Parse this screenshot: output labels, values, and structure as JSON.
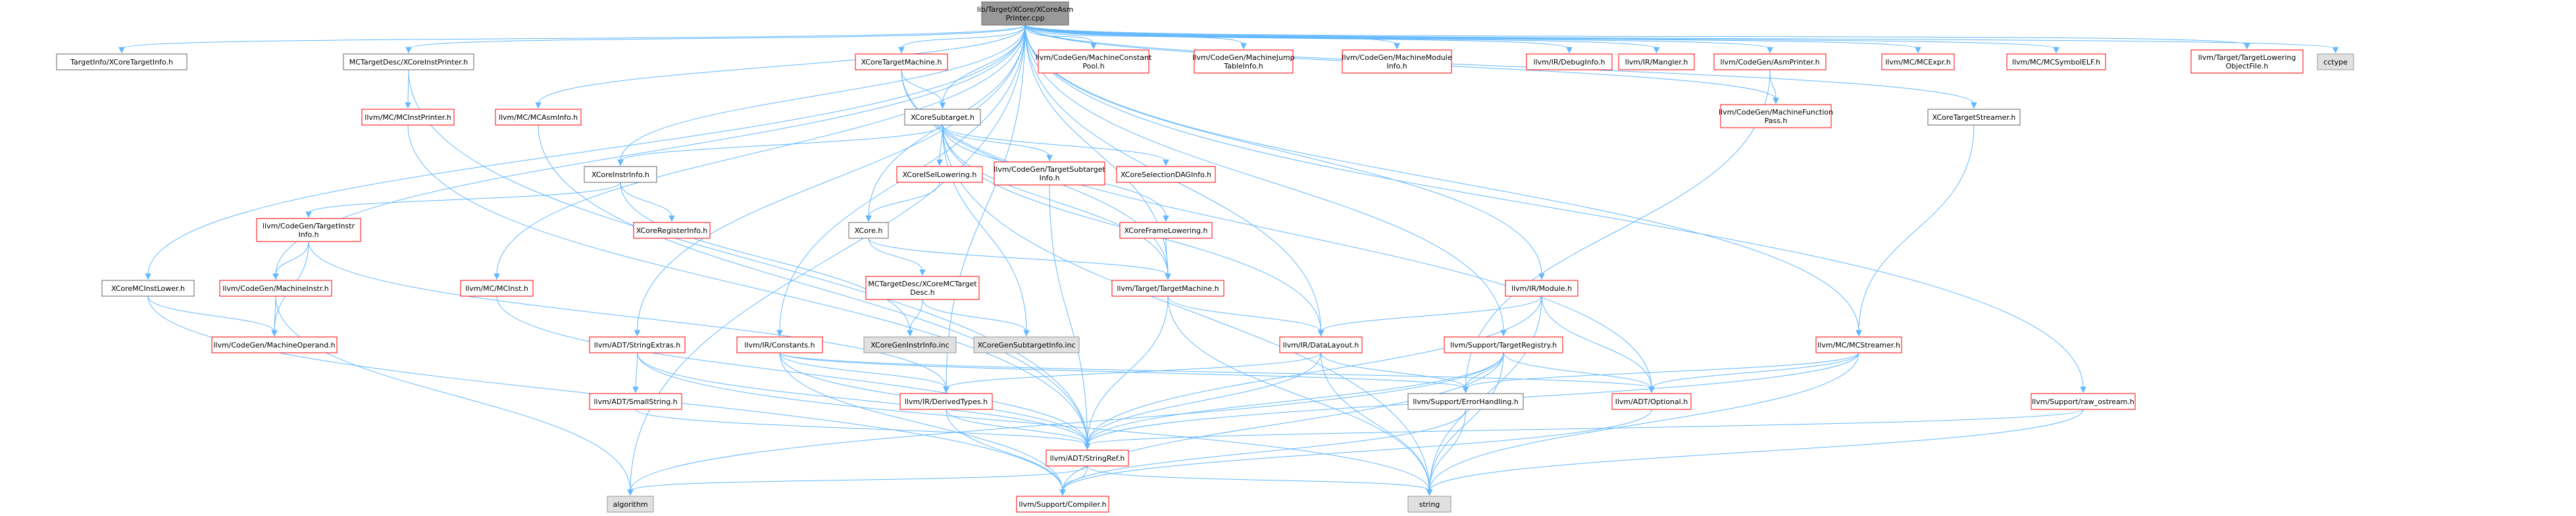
{
  "colors": {
    "edge": "#63b8ff",
    "root_fill": "#999999",
    "root_border": "#666666",
    "red_border": "#ff0000",
    "plain_border": "#666666",
    "grey_fill": "#e0e0e0",
    "grey_border": "#999999",
    "text": "#000000",
    "red_text": "#ff0000"
  },
  "nodes": [
    {
      "id": "root",
      "label": [
        "lib/Target/XCore/XCoreAsm",
        "Printer.cpp"
      ],
      "style": "root"
    },
    {
      "id": "targetinfo",
      "label": [
        "TargetInfo/XCoreTargetInfo.h"
      ],
      "style": "plain"
    },
    {
      "id": "mcinstprinter_x",
      "label": [
        "MCTargetDesc/XCoreInstPrinter.h"
      ],
      "style": "plain"
    },
    {
      "id": "llvm_mcinstprinter",
      "label": [
        "llvm/MC/MCInstPrinter.h"
      ],
      "style": "red"
    },
    {
      "id": "xcoretargetmachine",
      "label": [
        "XCoreTargetMachine.h"
      ],
      "style": "red"
    },
    {
      "id": "constantpool",
      "label": [
        "llvm/CodeGen/MachineConstant",
        "Pool.h"
      ],
      "style": "red"
    },
    {
      "id": "jumptable",
      "label": [
        "llvm/CodeGen/MachineJump",
        "TableInfo.h"
      ],
      "style": "red"
    },
    {
      "id": "machinemodule",
      "label": [
        "llvm/CodeGen/MachineModule",
        "Info.h"
      ],
      "style": "red"
    },
    {
      "id": "debuginfo",
      "label": [
        "llvm/IR/DebugInfo.h"
      ],
      "style": "red"
    },
    {
      "id": "mangler",
      "label": [
        "llvm/IR/Mangler.h"
      ],
      "style": "red"
    },
    {
      "id": "asmprinter",
      "label": [
        "llvm/CodeGen/AsmPrinter.h"
      ],
      "style": "red"
    },
    {
      "id": "mcexpr",
      "label": [
        "llvm/MC/MCExpr.h"
      ],
      "style": "red"
    },
    {
      "id": "mcsymbolelf",
      "label": [
        "llvm/MC/MCSymbolELF.h"
      ],
      "style": "red"
    },
    {
      "id": "tlof",
      "label": [
        "llvm/Target/TargetLowering",
        "ObjectFile.h"
      ],
      "style": "red"
    },
    {
      "id": "cctype",
      "label": [
        "cctype"
      ],
      "style": "grey"
    },
    {
      "id": "mcasminfo",
      "label": [
        "llvm/MC/MCAsmInfo.h"
      ],
      "style": "red"
    },
    {
      "id": "subtarget",
      "label": [
        "XCoreSubtarget.h"
      ],
      "style": "plain"
    },
    {
      "id": "targetstreamer",
      "label": [
        "XCoreTargetStreamer.h"
      ],
      "style": "plain"
    },
    {
      "id": "mfpass",
      "label": [
        "llvm/CodeGen/MachineFunction",
        "Pass.h"
      ],
      "style": "red"
    },
    {
      "id": "instrinfo",
      "label": [
        "XCoreInstrInfo.h"
      ],
      "style": "plain"
    },
    {
      "id": "isellowering",
      "label": [
        "XCoreISelLowering.h"
      ],
      "style": "red"
    },
    {
      "id": "subtargetinfo",
      "label": [
        "llvm/CodeGen/TargetSubtarget",
        "Info.h"
      ],
      "style": "red"
    },
    {
      "id": "seldag",
      "label": [
        "XCoreSelectionDAGInfo.h"
      ],
      "style": "red"
    },
    {
      "id": "targetinstrinfo",
      "label": [
        "llvm/CodeGen/TargetInstr",
        "Info.h"
      ],
      "style": "red"
    },
    {
      "id": "registerinfo",
      "label": [
        "XCoreRegisterInfo.h"
      ],
      "style": "red"
    },
    {
      "id": "xcoreh",
      "label": [
        "XCore.h"
      ],
      "style": "plain"
    },
    {
      "id": "framelowering",
      "label": [
        "XCoreFrameLowering.h"
      ],
      "style": "red"
    },
    {
      "id": "mcinst",
      "label": [
        "llvm/MC/MCInst.h"
      ],
      "style": "red"
    },
    {
      "id": "mctargetdesc",
      "label": [
        "MCTargetDesc/XCoreMCTarget",
        "Desc.h"
      ],
      "style": "red"
    },
    {
      "id": "targetmachine",
      "label": [
        "llvm/Target/TargetMachine.h"
      ],
      "style": "red"
    },
    {
      "id": "irmodule",
      "label": [
        "llvm/IR/Module.h"
      ],
      "style": "red"
    },
    {
      "id": "mcinstlower",
      "label": [
        "XCoreMCInstLower.h"
      ],
      "style": "plain"
    },
    {
      "id": "machineinstr",
      "label": [
        "llvm/CodeGen/MachineInstr.h"
      ],
      "style": "red"
    },
    {
      "id": "machineoperand",
      "label": [
        "llvm/CodeGen/MachineOperand.h"
      ],
      "style": "red"
    },
    {
      "id": "geninstrinfo",
      "label": [
        "XCoreGenInstrInfo.inc"
      ],
      "style": "grey"
    },
    {
      "id": "gensubtargetinfo",
      "label": [
        "XCoreGenSubtargetInfo.inc"
      ],
      "style": "grey"
    },
    {
      "id": "stringextras",
      "label": [
        "llvm/ADT/StringExtras.h"
      ],
      "style": "red"
    },
    {
      "id": "irconstants",
      "label": [
        "llvm/IR/Constants.h"
      ],
      "style": "red"
    },
    {
      "id": "datalayout",
      "label": [
        "llvm/IR/DataLayout.h"
      ],
      "style": "red"
    },
    {
      "id": "targetregistry",
      "label": [
        "llvm/Support/TargetRegistry.h"
      ],
      "style": "red"
    },
    {
      "id": "mcstreamer",
      "label": [
        "llvm/MC/MCStreamer.h"
      ],
      "style": "red"
    },
    {
      "id": "smallstring",
      "label": [
        "llvm/ADT/SmallString.h"
      ],
      "style": "red"
    },
    {
      "id": "derivedtypes",
      "label": [
        "llvm/IR/DerivedTypes.h"
      ],
      "style": "red"
    },
    {
      "id": "errorhandling",
      "label": [
        "llvm/Support/ErrorHandling.h"
      ],
      "style": "plain"
    },
    {
      "id": "optional",
      "label": [
        "llvm/ADT/Optional.h"
      ],
      "style": "red"
    },
    {
      "id": "rawostream",
      "label": [
        "llvm/Support/raw_ostream.h"
      ],
      "style": "red"
    },
    {
      "id": "stringref",
      "label": [
        "llvm/ADT/StringRef.h"
      ],
      "style": "red"
    },
    {
      "id": "algorithm",
      "label": [
        "algorithm"
      ],
      "style": "grey"
    },
    {
      "id": "compiler",
      "label": [
        "llvm/Support/Compiler.h"
      ],
      "style": "red"
    },
    {
      "id": "string",
      "label": [
        "string"
      ],
      "style": "grey"
    }
  ],
  "edges": [
    [
      "root",
      "targetinfo"
    ],
    [
      "root",
      "mcinstprinter_x"
    ],
    [
      "root",
      "xcoretargetmachine"
    ],
    [
      "root",
      "constantpool"
    ],
    [
      "root",
      "jumptable"
    ],
    [
      "root",
      "machinemodule"
    ],
    [
      "root",
      "debuginfo"
    ],
    [
      "root",
      "mangler"
    ],
    [
      "root",
      "asmprinter"
    ],
    [
      "root",
      "mcexpr"
    ],
    [
      "root",
      "mcsymbolelf"
    ],
    [
      "root",
      "tlof"
    ],
    [
      "root",
      "cctype"
    ],
    [
      "root",
      "mcasminfo"
    ],
    [
      "root",
      "subtarget"
    ],
    [
      "root",
      "targetstreamer"
    ],
    [
      "root",
      "mfpass"
    ],
    [
      "root",
      "instrinfo"
    ],
    [
      "root",
      "xcoreh"
    ],
    [
      "root",
      "mcinst"
    ],
    [
      "root",
      "mcinstlower"
    ],
    [
      "root",
      "machineinstr"
    ],
    [
      "root",
      "stringextras"
    ],
    [
      "root",
      "irconstants"
    ],
    [
      "root",
      "datalayout"
    ],
    [
      "root",
      "irmodule"
    ],
    [
      "root",
      "targetregistry"
    ],
    [
      "root",
      "mcstreamer"
    ],
    [
      "root",
      "rawostream"
    ],
    [
      "root",
      "algorithm"
    ],
    [
      "root",
      "derivedtypes"
    ],
    [
      "root",
      "targetmachine"
    ],
    [
      "mcinstprinter_x",
      "llvm_mcinstprinter"
    ],
    [
      "mcinstprinter_x",
      "stringref"
    ],
    [
      "xcoretargetmachine",
      "subtarget"
    ],
    [
      "xcoretargetmachine",
      "targetmachine"
    ],
    [
      "xcoretargetmachine",
      "optional"
    ],
    [
      "asmprinter",
      "mfpass"
    ],
    [
      "asmprinter",
      "errorhandling"
    ],
    [
      "subtarget",
      "instrinfo"
    ],
    [
      "subtarget",
      "isellowering"
    ],
    [
      "subtarget",
      "subtargetinfo"
    ],
    [
      "subtarget",
      "seldag"
    ],
    [
      "subtarget",
      "framelowering"
    ],
    [
      "subtarget",
      "targetmachine"
    ],
    [
      "subtarget",
      "datalayout"
    ],
    [
      "subtarget",
      "gensubtargetinfo"
    ],
    [
      "subtarget",
      "string"
    ],
    [
      "targetstreamer",
      "mcstreamer"
    ],
    [
      "instrinfo",
      "targetinstrinfo"
    ],
    [
      "instrinfo",
      "registerinfo"
    ],
    [
      "instrinfo",
      "geninstrinfo"
    ],
    [
      "isellowering",
      "xcoreh"
    ],
    [
      "subtargetinfo",
      "stringref"
    ],
    [
      "targetinstrinfo",
      "machineinstr"
    ],
    [
      "targetinstrinfo",
      "machineoperand"
    ],
    [
      "targetinstrinfo",
      "derivedtypes"
    ],
    [
      "xcoreh",
      "mctargetdesc"
    ],
    [
      "xcoreh",
      "targetmachine"
    ],
    [
      "framelowering",
      "targetmachine"
    ],
    [
      "mcinst",
      "stringref"
    ],
    [
      "mctargetdesc",
      "geninstrinfo"
    ],
    [
      "mctargetdesc",
      "gensubtargetinfo"
    ],
    [
      "targetmachine",
      "datalayout"
    ],
    [
      "targetmachine",
      "stringref"
    ],
    [
      "targetmachine",
      "string"
    ],
    [
      "irmodule",
      "datalayout"
    ],
    [
      "irmodule",
      "optional"
    ],
    [
      "irmodule",
      "stringref"
    ],
    [
      "irmodule",
      "string"
    ],
    [
      "mcinstlower",
      "machineoperand"
    ],
    [
      "mcinstlower",
      "compiler"
    ],
    [
      "machineinstr",
      "machineoperand"
    ],
    [
      "machineinstr",
      "algorithm"
    ],
    [
      "stringextras",
      "smallstring"
    ],
    [
      "stringextras",
      "stringref"
    ],
    [
      "stringextras",
      "string"
    ],
    [
      "irconstants",
      "derivedtypes"
    ],
    [
      "irconstants",
      "optional"
    ],
    [
      "irconstants",
      "stringref"
    ],
    [
      "irconstants",
      "errorhandling"
    ],
    [
      "irconstants",
      "compiler"
    ],
    [
      "datalayout",
      "derivedtypes"
    ],
    [
      "datalayout",
      "errorhandling"
    ],
    [
      "datalayout",
      "stringref"
    ],
    [
      "datalayout",
      "string"
    ],
    [
      "targetregistry",
      "stringref"
    ],
    [
      "targetregistry",
      "errorhandling"
    ],
    [
      "targetregistry",
      "optional"
    ],
    [
      "targetregistry",
      "string"
    ],
    [
      "targetregistry",
      "algorithm"
    ],
    [
      "targetregistry",
      "compiler"
    ],
    [
      "mcstreamer",
      "optional"
    ],
    [
      "mcstreamer",
      "stringref"
    ],
    [
      "mcstreamer",
      "errorhandling"
    ],
    [
      "mcstreamer",
      "string"
    ],
    [
      "smallstring",
      "stringref"
    ],
    [
      "derivedtypes",
      "stringref"
    ],
    [
      "derivedtypes",
      "compiler"
    ],
    [
      "errorhandling",
      "compiler"
    ],
    [
      "errorhandling",
      "string"
    ],
    [
      "optional",
      "compiler"
    ],
    [
      "rawostream",
      "stringref"
    ],
    [
      "rawostream",
      "string"
    ],
    [
      "stringref",
      "algorithm"
    ],
    [
      "stringref",
      "compiler"
    ],
    [
      "stringref",
      "string"
    ],
    [
      "mcasminfo",
      "stringref"
    ],
    [
      "llvm_mcinstprinter",
      "stringref"
    ]
  ]
}
